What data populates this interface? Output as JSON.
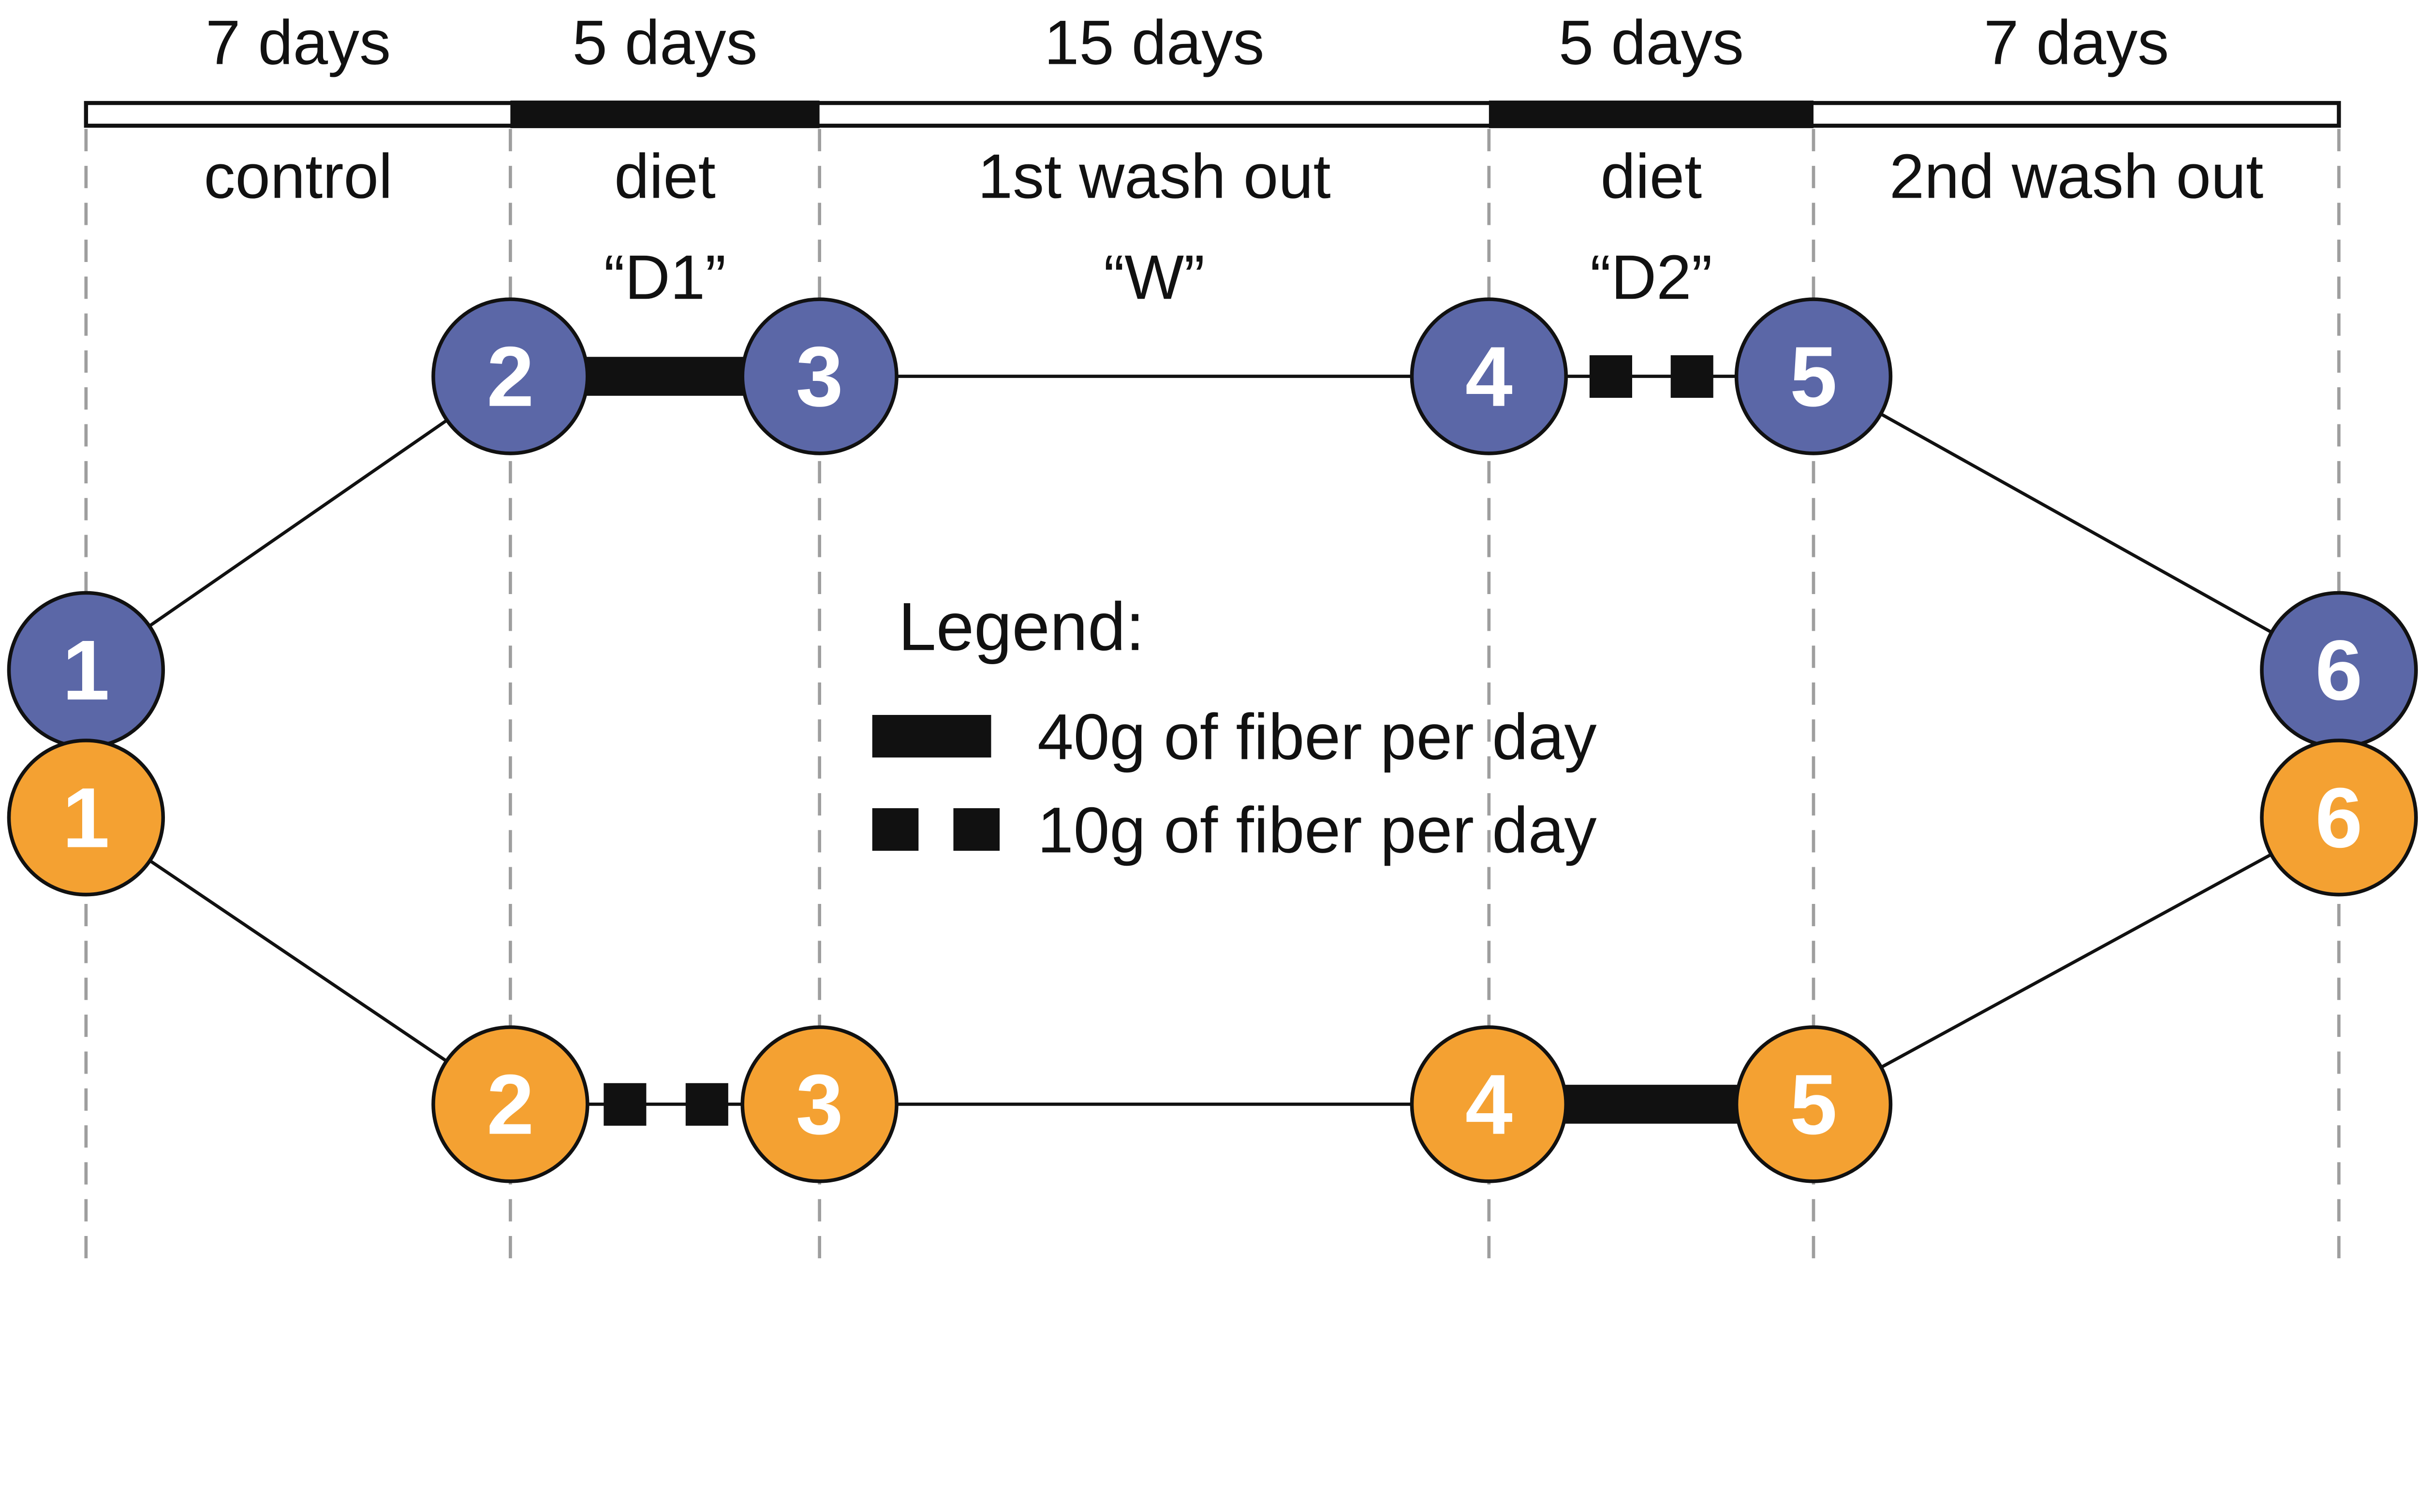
{
  "figure": {
    "type": "crossover-study-design-diagram",
    "phases": [
      {
        "duration": "7 days",
        "name": "control",
        "code": ""
      },
      {
        "duration": "5 days",
        "name": "diet",
        "code": "“D1”"
      },
      {
        "duration": "15 days",
        "name": "1st wash out",
        "code": "“W”"
      },
      {
        "duration": "5 days",
        "name": "diet",
        "code": "“D2”"
      },
      {
        "duration": "7 days",
        "name": "2nd wash out",
        "code": ""
      }
    ],
    "arms": {
      "top": {
        "nodes": [
          "1",
          "2",
          "3",
          "4",
          "5",
          "6"
        ]
      },
      "bottom": {
        "nodes": [
          "1",
          "2",
          "3",
          "4",
          "5",
          "6"
        ]
      }
    },
    "legend": {
      "heading": "Legend:",
      "items": [
        {
          "symbol": "thick-bar",
          "label": "40g of fiber per day"
        },
        {
          "symbol": "dashed-squares",
          "label": "10g of fiber per day"
        }
      ]
    },
    "colors": {
      "top_arm": "#5B67A7",
      "bottom_arm": "#F4A132",
      "marker": "#111111",
      "dashed_guide": "#9E9E9E",
      "node_number": "#FFFFFF",
      "timeline_fill": "#FFFFFF"
    }
  }
}
